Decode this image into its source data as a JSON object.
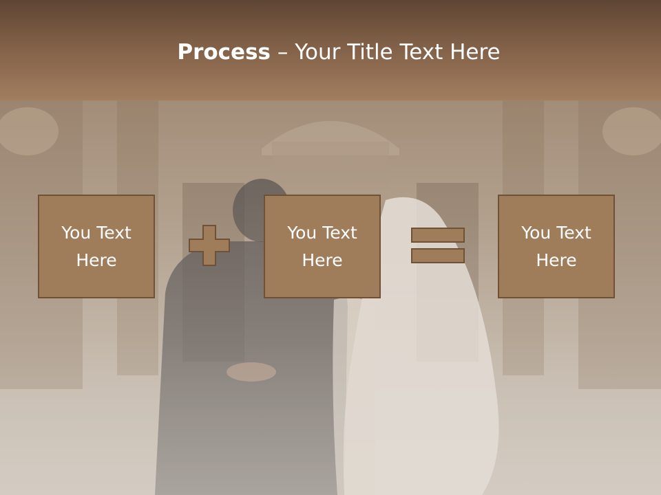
{
  "header": {
    "title_bold": "Process",
    "title_rest": " – Your Title Text Here"
  },
  "boxes": [
    {
      "label": "You Text\nHere"
    },
    {
      "label": "You Text\nHere"
    },
    {
      "label": "You Text\nHere"
    }
  ],
  "operators": {
    "plus_icon": "plus-icon",
    "equals_icon": "equals-icon"
  },
  "background": {
    "scene": "wedding-couple-photo"
  },
  "colors": {
    "header_top": "#5e4533",
    "header_bottom": "#a27e5f",
    "box_fill": "#a07d5a",
    "box_border": "#6e5137",
    "text": "#ffffff"
  }
}
